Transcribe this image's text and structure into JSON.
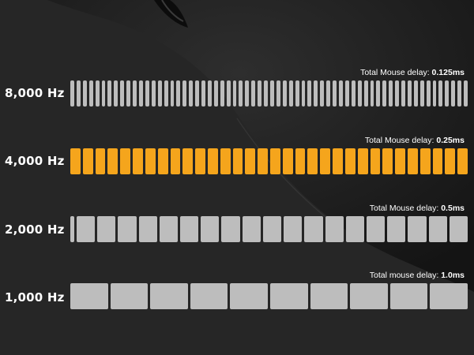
{
  "rows": [
    {
      "hz": "8,000 Hz",
      "delay_label": "Total Mouse delay:",
      "delay_value": "0.125ms",
      "blocks": 64,
      "color": "#bdbdbd",
      "lead_sliver": false
    },
    {
      "hz": "4,000 Hz",
      "delay_label": "Total Mouse delay:",
      "delay_value": "0.25ms",
      "blocks": 32,
      "color": "#f5a51c",
      "lead_sliver": false
    },
    {
      "hz": "2,000 Hz",
      "delay_label": "Total Mouse delay:",
      "delay_value": "0.5ms",
      "blocks": 19,
      "color": "#bdbdbd",
      "lead_sliver": true
    },
    {
      "hz": "1,000 Hz",
      "delay_label": "Total mouse delay:",
      "delay_value": "1.0ms",
      "blocks": 10,
      "color": "#bdbdbd",
      "lead_sliver": false
    }
  ],
  "colors": {
    "background": "#262626",
    "mouse_body": "#1b1b1b",
    "text": "#ffffff"
  }
}
